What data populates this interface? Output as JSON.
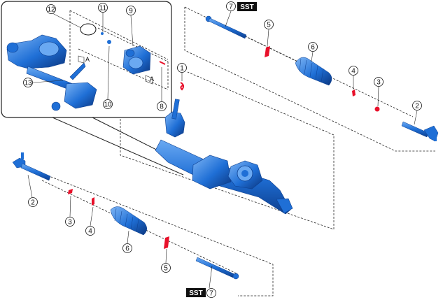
{
  "callouts": [
    {
      "id": "c1",
      "text": "1"
    },
    {
      "id": "c2a",
      "text": "2"
    },
    {
      "id": "c2b",
      "text": "2"
    },
    {
      "id": "c3a",
      "text": "3"
    },
    {
      "id": "c3b",
      "text": "3"
    },
    {
      "id": "c4a",
      "text": "4"
    },
    {
      "id": "c4b",
      "text": "4"
    },
    {
      "id": "c5a",
      "text": "5"
    },
    {
      "id": "c5b",
      "text": "5"
    },
    {
      "id": "c6a",
      "text": "6"
    },
    {
      "id": "c6b",
      "text": "6"
    },
    {
      "id": "c7a",
      "text": "7"
    },
    {
      "id": "c7b",
      "text": "7"
    },
    {
      "id": "c8",
      "text": "8"
    },
    {
      "id": "c9",
      "text": "9"
    },
    {
      "id": "c10",
      "text": "10"
    },
    {
      "id": "c11",
      "text": "11"
    },
    {
      "id": "c12",
      "text": "12"
    },
    {
      "id": "c13",
      "text": "13"
    }
  ],
  "sst_labels": {
    "top": "SST",
    "bottom": "SST"
  },
  "a_labels": {
    "a1": "A",
    "a2": "A"
  },
  "colors": {
    "part": "#1f6fd6",
    "part_dark": "#0d3f8f",
    "part_light": "#6aa9f2",
    "seal": "#e8102a",
    "line": "#222222"
  }
}
